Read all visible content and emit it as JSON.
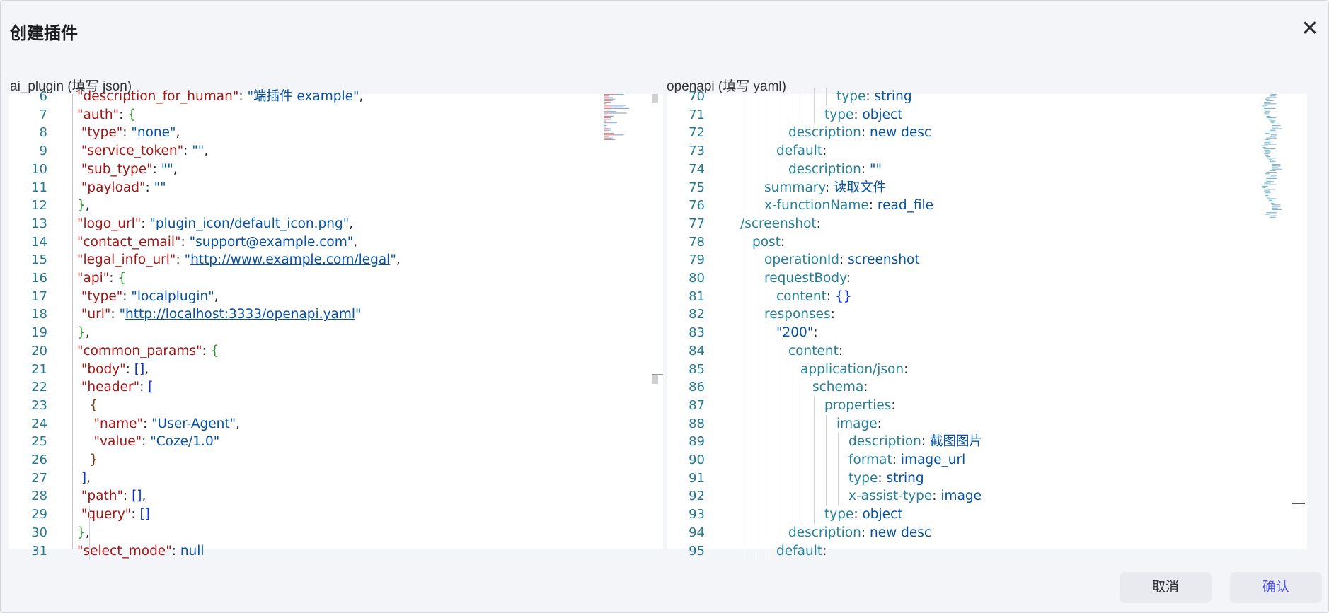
{
  "dialog": {
    "title": "创建插件",
    "close_icon": "close-icon",
    "cancel_label": "取消",
    "confirm_label": "确认"
  },
  "left_panel": {
    "label": "ai_plugin (填写 json)",
    "lines": [
      {
        "n": "6",
        "tokens": [
          [
            "k",
            "\"description_for_human\""
          ],
          [
            "p",
            ": "
          ],
          [
            "s",
            "\"端插件 example\""
          ],
          [
            "p",
            ","
          ]
        ]
      },
      {
        "n": "7",
        "tokens": [
          [
            "k",
            "\"auth\""
          ],
          [
            "p",
            ": "
          ],
          [
            "b1",
            "{"
          ]
        ]
      },
      {
        "n": "8",
        "tokens": [
          [
            "p",
            " "
          ],
          [
            "k",
            "\"type\""
          ],
          [
            "p",
            ": "
          ],
          [
            "s",
            "\"none\""
          ],
          [
            "p",
            ","
          ]
        ]
      },
      {
        "n": "9",
        "tokens": [
          [
            "p",
            " "
          ],
          [
            "k",
            "\"service_token\""
          ],
          [
            "p",
            ": "
          ],
          [
            "s",
            "\"\""
          ],
          [
            "p",
            ","
          ]
        ]
      },
      {
        "n": "10",
        "tokens": [
          [
            "p",
            " "
          ],
          [
            "k",
            "\"sub_type\""
          ],
          [
            "p",
            ": "
          ],
          [
            "s",
            "\"\""
          ],
          [
            "p",
            ","
          ]
        ]
      },
      {
        "n": "11",
        "tokens": [
          [
            "p",
            " "
          ],
          [
            "k",
            "\"payload\""
          ],
          [
            "p",
            ": "
          ],
          [
            "s",
            "\"\""
          ]
        ]
      },
      {
        "n": "12",
        "tokens": [
          [
            "b1",
            "}"
          ],
          [
            "p",
            ","
          ]
        ]
      },
      {
        "n": "13",
        "tokens": [
          [
            "k",
            "\"logo_url\""
          ],
          [
            "p",
            ": "
          ],
          [
            "s",
            "\"plugin_icon/default_icon.png\""
          ],
          [
            "p",
            ","
          ]
        ]
      },
      {
        "n": "14",
        "tokens": [
          [
            "k",
            "\"contact_email\""
          ],
          [
            "p",
            ": "
          ],
          [
            "s",
            "\"support@example.com\""
          ],
          [
            "p",
            ","
          ]
        ]
      },
      {
        "n": "15",
        "tokens": [
          [
            "k",
            "\"legal_info_url\""
          ],
          [
            "p",
            ": "
          ],
          [
            "s",
            "\""
          ],
          [
            "lnk",
            "http://www.example.com/legal"
          ],
          [
            "s",
            "\""
          ],
          [
            "p",
            ","
          ]
        ]
      },
      {
        "n": "16",
        "tokens": [
          [
            "k",
            "\"api\""
          ],
          [
            "p",
            ": "
          ],
          [
            "b1",
            "{"
          ]
        ]
      },
      {
        "n": "17",
        "tokens": [
          [
            "p",
            " "
          ],
          [
            "k",
            "\"type\""
          ],
          [
            "p",
            ": "
          ],
          [
            "s",
            "\"localplugin\""
          ],
          [
            "p",
            ","
          ]
        ]
      },
      {
        "n": "18",
        "tokens": [
          [
            "p",
            " "
          ],
          [
            "k",
            "\"url\""
          ],
          [
            "p",
            ": "
          ],
          [
            "s",
            "\""
          ],
          [
            "lnk",
            "http://localhost:3333/openapi.yaml"
          ],
          [
            "s",
            "\""
          ]
        ]
      },
      {
        "n": "19",
        "tokens": [
          [
            "b1",
            "}"
          ],
          [
            "p",
            ","
          ]
        ]
      },
      {
        "n": "20",
        "tokens": [
          [
            "k",
            "\"common_params\""
          ],
          [
            "p",
            ": "
          ],
          [
            "b1",
            "{"
          ]
        ]
      },
      {
        "n": "21",
        "tokens": [
          [
            "p",
            " "
          ],
          [
            "k",
            "\"body\""
          ],
          [
            "p",
            ": "
          ],
          [
            "b2",
            "[]"
          ],
          [
            "p",
            ","
          ]
        ]
      },
      {
        "n": "22",
        "tokens": [
          [
            "p",
            " "
          ],
          [
            "k",
            "\"header\""
          ],
          [
            "p",
            ": "
          ],
          [
            "b2",
            "["
          ]
        ]
      },
      {
        "n": "23",
        "tokens": [
          [
            "p",
            "   "
          ],
          [
            "b3",
            "{"
          ]
        ]
      },
      {
        "n": "24",
        "tokens": [
          [
            "p",
            "    "
          ],
          [
            "k",
            "\"name\""
          ],
          [
            "p",
            ": "
          ],
          [
            "s",
            "\"User-Agent\""
          ],
          [
            "p",
            ","
          ]
        ]
      },
      {
        "n": "25",
        "tokens": [
          [
            "p",
            "    "
          ],
          [
            "k",
            "\"value\""
          ],
          [
            "p",
            ": "
          ],
          [
            "s",
            "\"Coze/1.0\""
          ]
        ]
      },
      {
        "n": "26",
        "tokens": [
          [
            "p",
            "   "
          ],
          [
            "b3",
            "}"
          ]
        ]
      },
      {
        "n": "27",
        "tokens": [
          [
            "p",
            " "
          ],
          [
            "b2",
            "]"
          ],
          [
            "p",
            ","
          ]
        ]
      },
      {
        "n": "28",
        "tokens": [
          [
            "p",
            " "
          ],
          [
            "k",
            "\"path\""
          ],
          [
            "p",
            ": "
          ],
          [
            "b2",
            "[]"
          ],
          [
            "p",
            ","
          ]
        ]
      },
      {
        "n": "29",
        "tokens": [
          [
            "p",
            " "
          ],
          [
            "k",
            "\"query\""
          ],
          [
            "p",
            ": "
          ],
          [
            "b2",
            "[]"
          ]
        ]
      },
      {
        "n": "30",
        "tokens": [
          [
            "b1",
            "}"
          ],
          [
            "p",
            ","
          ]
        ]
      },
      {
        "n": "31",
        "tokens": [
          [
            "k",
            "\"select_mode\""
          ],
          [
            "p",
            ": "
          ],
          [
            "s",
            "null"
          ]
        ]
      }
    ]
  },
  "right_panel": {
    "label": "openapi (填写 yaml)",
    "lines": [
      {
        "n": "70",
        "indent": 8,
        "tokens": [
          [
            "yk",
            "type"
          ],
          [
            "p",
            ": "
          ],
          [
            "yv",
            "string"
          ]
        ]
      },
      {
        "n": "71",
        "indent": 7,
        "tokens": [
          [
            "yk",
            "type"
          ],
          [
            "p",
            ": "
          ],
          [
            "yv",
            "object"
          ]
        ]
      },
      {
        "n": "72",
        "indent": 4,
        "tokens": [
          [
            "yk",
            "description"
          ],
          [
            "p",
            ": "
          ],
          [
            "yv",
            "new desc"
          ]
        ]
      },
      {
        "n": "73",
        "indent": 3,
        "tokens": [
          [
            "yk",
            "default"
          ],
          [
            "p",
            ":"
          ]
        ]
      },
      {
        "n": "74",
        "indent": 4,
        "tokens": [
          [
            "yk",
            "description"
          ],
          [
            "p",
            ": "
          ],
          [
            "yv",
            "\"\""
          ]
        ]
      },
      {
        "n": "75",
        "indent": 2,
        "tokens": [
          [
            "yk",
            "summary"
          ],
          [
            "p",
            ": "
          ],
          [
            "yv",
            "读取文件"
          ]
        ]
      },
      {
        "n": "76",
        "indent": 2,
        "tokens": [
          [
            "yk",
            "x-functionName"
          ],
          [
            "p",
            ": "
          ],
          [
            "yv",
            "read_file"
          ]
        ]
      },
      {
        "n": "77",
        "indent": 0,
        "tokens": [
          [
            "yk",
            "/screenshot"
          ],
          [
            "p",
            ":"
          ]
        ]
      },
      {
        "n": "78",
        "indent": 1,
        "tokens": [
          [
            "yk",
            "post"
          ],
          [
            "p",
            ":"
          ]
        ]
      },
      {
        "n": "79",
        "indent": 2,
        "tokens": [
          [
            "yk",
            "operationId"
          ],
          [
            "p",
            ": "
          ],
          [
            "yv",
            "screenshot"
          ]
        ]
      },
      {
        "n": "80",
        "indent": 2,
        "tokens": [
          [
            "yk",
            "requestBody"
          ],
          [
            "p",
            ":"
          ]
        ]
      },
      {
        "n": "81",
        "indent": 3,
        "tokens": [
          [
            "yk",
            "content"
          ],
          [
            "p",
            ": "
          ],
          [
            "b2",
            "{}"
          ]
        ]
      },
      {
        "n": "82",
        "indent": 2,
        "tokens": [
          [
            "yk",
            "responses"
          ],
          [
            "p",
            ":"
          ]
        ]
      },
      {
        "n": "83",
        "indent": 3,
        "tokens": [
          [
            "yv",
            "\"200\""
          ],
          [
            "p",
            ":"
          ]
        ]
      },
      {
        "n": "84",
        "indent": 4,
        "tokens": [
          [
            "yk",
            "content"
          ],
          [
            "p",
            ":"
          ]
        ]
      },
      {
        "n": "85",
        "indent": 5,
        "tokens": [
          [
            "yk",
            "application/json"
          ],
          [
            "p",
            ":"
          ]
        ]
      },
      {
        "n": "86",
        "indent": 6,
        "tokens": [
          [
            "yk",
            "schema"
          ],
          [
            "p",
            ":"
          ]
        ]
      },
      {
        "n": "87",
        "indent": 7,
        "tokens": [
          [
            "yk",
            "properties"
          ],
          [
            "p",
            ":"
          ]
        ]
      },
      {
        "n": "88",
        "indent": 8,
        "tokens": [
          [
            "yk",
            "image"
          ],
          [
            "p",
            ":"
          ]
        ]
      },
      {
        "n": "89",
        "indent": 9,
        "tokens": [
          [
            "yk",
            "description"
          ],
          [
            "p",
            ": "
          ],
          [
            "yv",
            "截图图片"
          ]
        ]
      },
      {
        "n": "90",
        "indent": 9,
        "tokens": [
          [
            "yk",
            "format"
          ],
          [
            "p",
            ": "
          ],
          [
            "yv",
            "image_url"
          ]
        ]
      },
      {
        "n": "91",
        "indent": 9,
        "tokens": [
          [
            "yk",
            "type"
          ],
          [
            "p",
            ": "
          ],
          [
            "yv",
            "string"
          ]
        ]
      },
      {
        "n": "92",
        "indent": 9,
        "tokens": [
          [
            "yk",
            "x-assist-type"
          ],
          [
            "p",
            ": "
          ],
          [
            "yv",
            "image"
          ]
        ]
      },
      {
        "n": "93",
        "indent": 7,
        "tokens": [
          [
            "yk",
            "type"
          ],
          [
            "p",
            ": "
          ],
          [
            "yv",
            "object"
          ]
        ]
      },
      {
        "n": "94",
        "indent": 4,
        "tokens": [
          [
            "yk",
            "description"
          ],
          [
            "p",
            ": "
          ],
          [
            "yv",
            "new desc"
          ]
        ]
      },
      {
        "n": "95",
        "indent": 3,
        "tokens": [
          [
            "yk",
            "default"
          ],
          [
            "p",
            ":"
          ]
        ]
      }
    ]
  },
  "colors": {
    "json_key": "#a31515",
    "json_string": "#0451a5",
    "yaml_key": "#267f99",
    "line_number": "#237893",
    "confirm_accent": "#4d53e8"
  }
}
